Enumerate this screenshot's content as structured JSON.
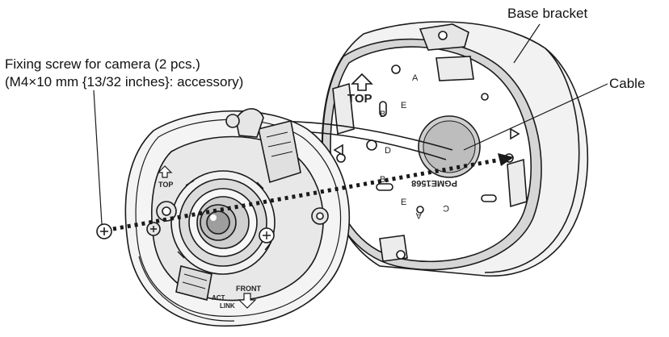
{
  "labels": {
    "base_bracket": "Base bracket",
    "cable": "Cable",
    "screw_line1": "Fixing screw for camera (2 pcs.)",
    "screw_line2": "(M4×10 mm {13/32 inches}: accessory)"
  },
  "bracket_marks": {
    "top": "TOP",
    "a_upper": "A",
    "a_lower": "A",
    "b_upper": "B",
    "b_lower": "B",
    "c": "C",
    "d": "D",
    "e_upper": "E",
    "e_lower": "E",
    "model": "PGME1568"
  },
  "camera_marks": {
    "top": "TOP",
    "front": "FRONT",
    "act": "ACT",
    "link": "LINK"
  },
  "colors": {
    "line": "#1a1a1a",
    "fill": "#ffffff",
    "shade": "#e6e6e6",
    "dark_shade": "#bdbdbd"
  }
}
